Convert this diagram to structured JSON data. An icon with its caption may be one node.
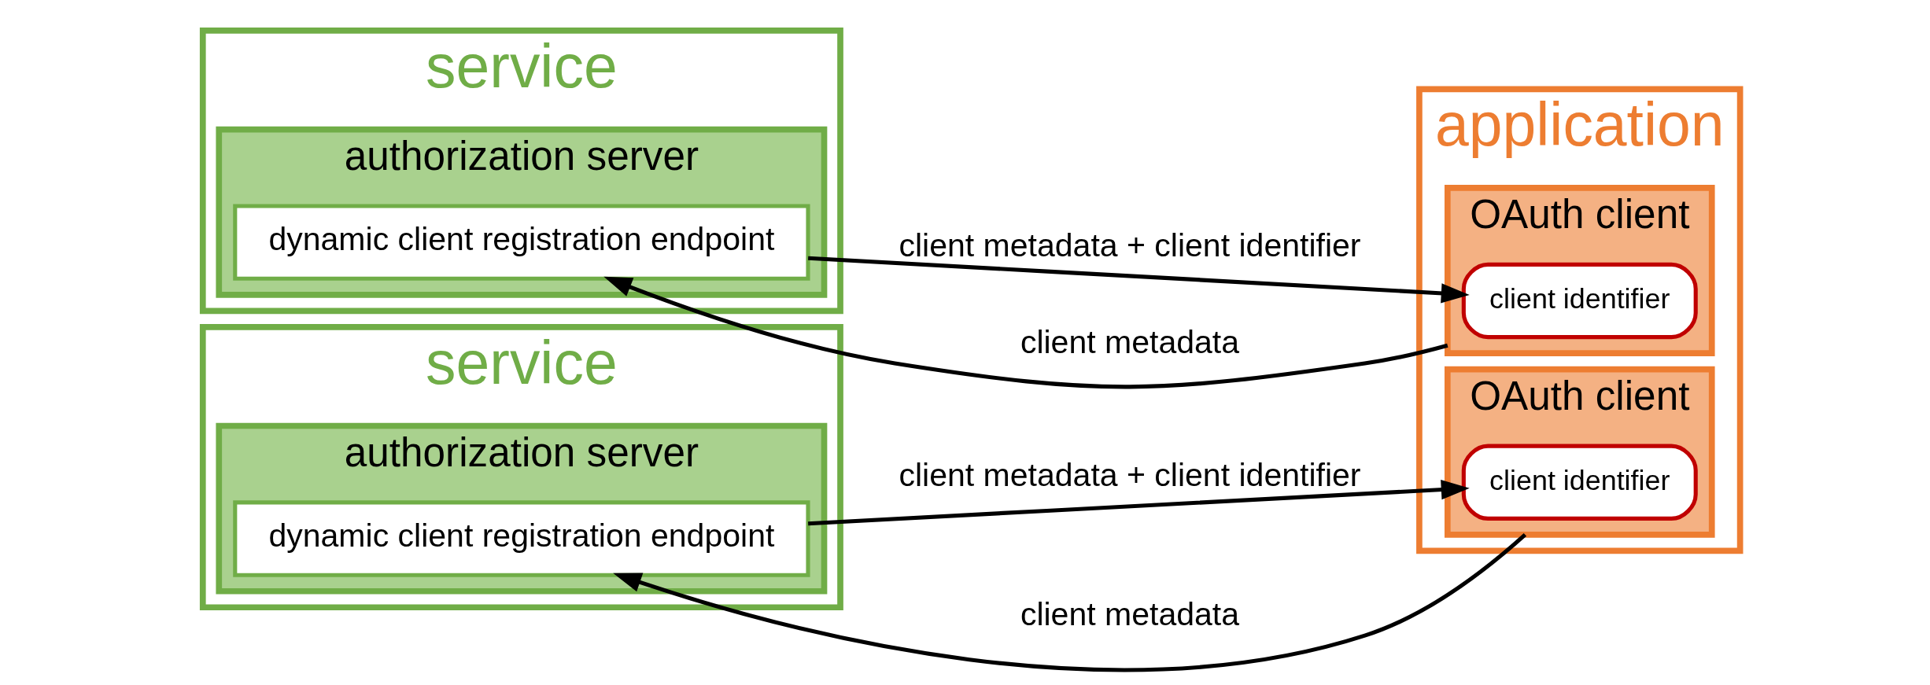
{
  "diagram": {
    "nodes": [
      {
        "text": [
          "service"
        ]
      },
      {
        "text": [
          "authorization server"
        ],
        "in": 0
      },
      {
        "text": [
          "dynamic client registration endpoint"
        ],
        "in": 1
      },
      {
        "text": [
          "application"
        ]
      },
      {
        "text": [
          "OAuth client"
        ],
        "in": 3
      },
      {
        "text": [
          "client identifier"
        ],
        "in": 4
      },
      {
        "text": [
          "service"
        ]
      },
      {
        "text": [
          "authorization server"
        ],
        "in": 6
      },
      {
        "text": [
          "dynamic client registration endpoint"
        ],
        "in": 7
      },
      {
        "text": [
          "OAuth client"
        ],
        "in": 3
      },
      {
        "text": [
          "client identifier"
        ],
        "in": 9
      }
    ],
    "edges": [
      {
        "from": 4,
        "to": 2,
        "arrow": "to",
        "label": "client metadata"
      },
      {
        "from": 2,
        "to": 5,
        "arrow": "to",
        "label": "client metadata + client identifier"
      },
      {
        "from": 9,
        "to": 8,
        "arrow": "to",
        "label": "client metadata"
      },
      {
        "from": 8,
        "to": 10,
        "arrow": "to",
        "label": "client metadata + client identifier"
      }
    ]
  }
}
